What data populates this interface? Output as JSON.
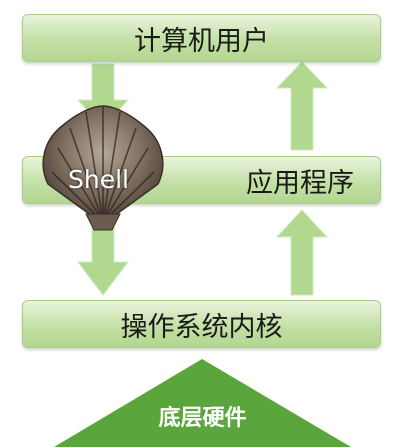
{
  "diagram": {
    "top_box": "计算机用户",
    "middle_box": "应用程序",
    "shell_label": "Shell",
    "bottom_box": "操作系统内核",
    "hardware": "底层硬件"
  },
  "colors": {
    "box_fill": "#c4e0a6",
    "arrow_fill": "#b0d88e",
    "hardware_fill": "#5aa63c",
    "shell_fill": "#7a6a5c"
  },
  "icons": [
    "shell-icon"
  ]
}
